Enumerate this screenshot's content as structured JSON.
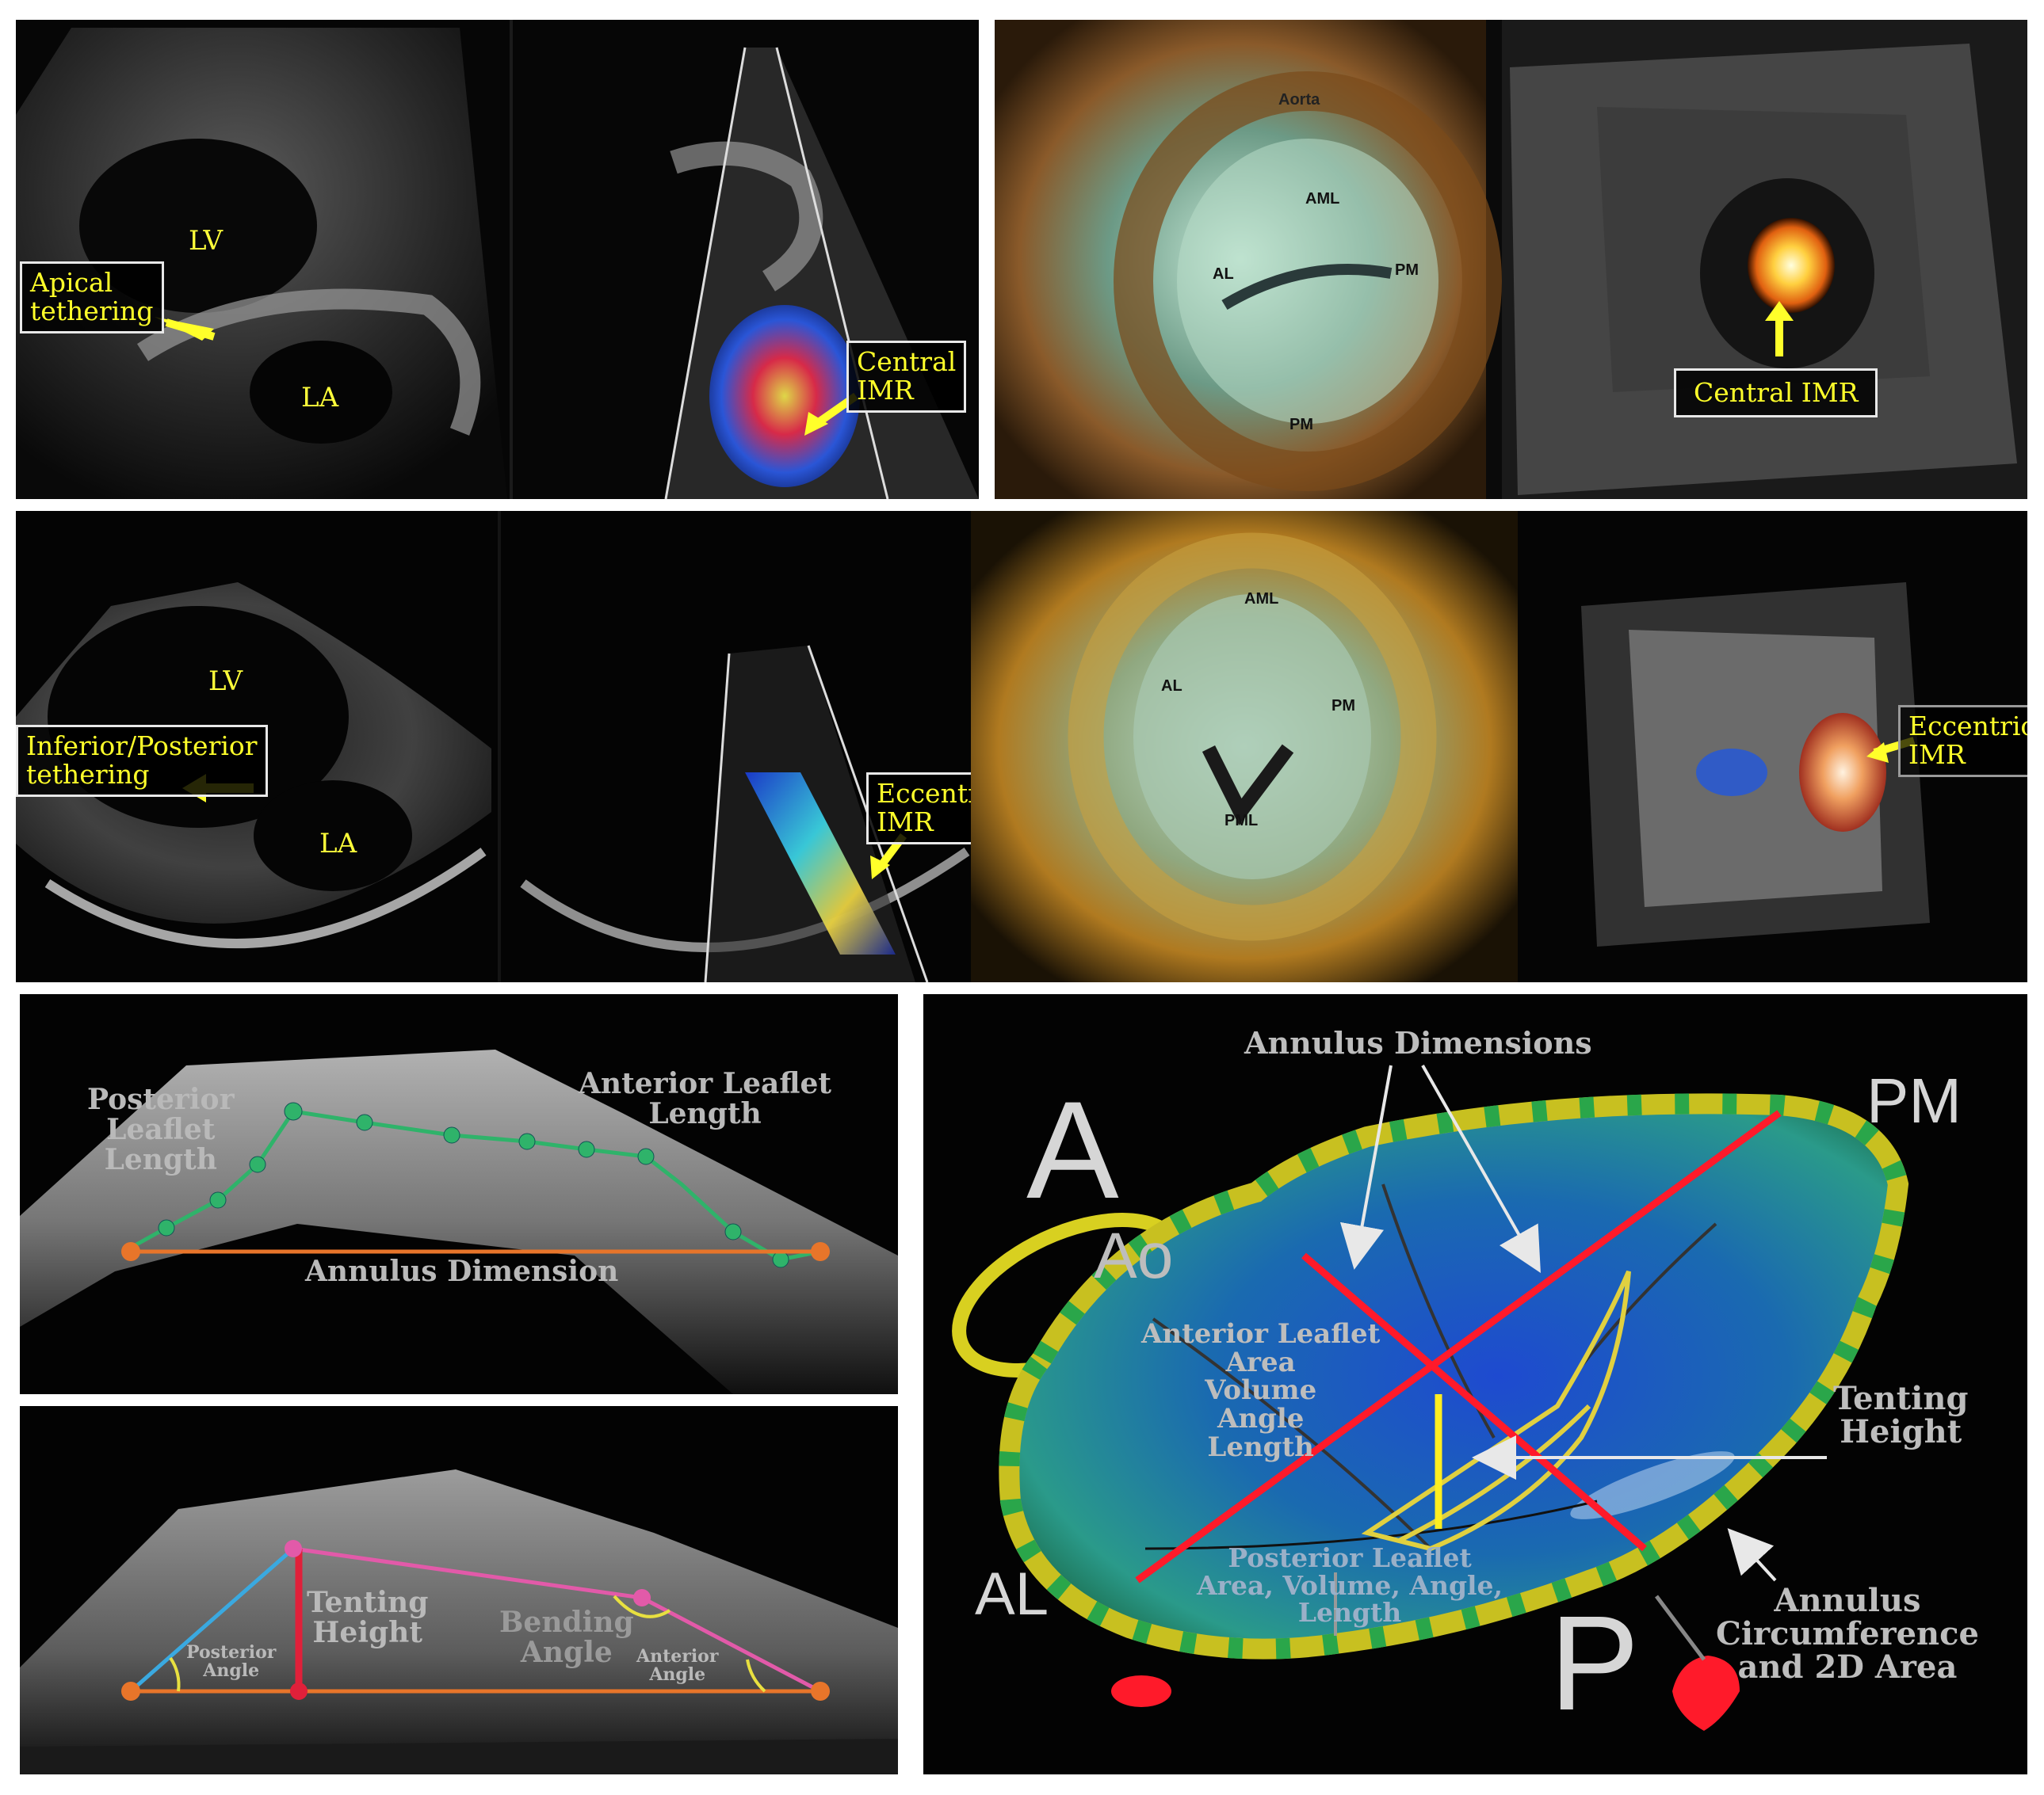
{
  "row1": {
    "lv": "LV",
    "la": "LA",
    "apical_line1": "Apical",
    "apical_line2": "tethering",
    "central_line1": "Central",
    "central_line2": "IMR",
    "aorta": "Aorta",
    "aml": "AML",
    "al": "AL",
    "pm_right": "PM",
    "pm_bottom": "PM",
    "central_imr": "Central IMR"
  },
  "row2": {
    "lv": "LV",
    "la": "LA",
    "inferior_line1": "Inferior/Posterior",
    "inferior_line2": "tethering",
    "eccentric_line1": "Eccentric",
    "eccentric_line2": "IMR",
    "aml": "AML",
    "al": "AL",
    "pm_right": "PM",
    "pml": "PML",
    "eccentric3d_line1": "Eccentric",
    "eccentric3d_line2": "IMR"
  },
  "geometry_top": {
    "posterior_leaflet": [
      "Posterior",
      "Leaflet",
      "Length"
    ],
    "anterior_leaflet": [
      "Anterior Leaflet",
      "Length"
    ],
    "annulus_dimension": "Annulus Dimension"
  },
  "geometry_bottom": {
    "tenting_height": [
      "Tenting",
      "Height"
    ],
    "bending_angle": [
      "Bending",
      "Angle"
    ],
    "posterior_angle": [
      "Posterior",
      "Angle"
    ],
    "anterior_angle": [
      "Anterior",
      "Angle"
    ]
  },
  "diagram": {
    "annulus_dimensions": "Annulus Dimensions",
    "a": "A",
    "ao": "Ao",
    "pm": "PM",
    "al": "AL",
    "p": "P",
    "anterior_leaflet": [
      "Anterior Leaflet",
      "Area",
      "Volume",
      "Angle",
      "Length"
    ],
    "tenting": [
      "Tenting",
      "Height"
    ],
    "posterior_leaflet": [
      "Posterior Leaflet",
      "Area, Volume, Angle,",
      "Length"
    ],
    "annulus_circ": [
      "Annulus",
      "Circumference",
      "and 2D Area"
    ]
  },
  "colors": {
    "annotation_yellow": "#ffff2a",
    "annulus_line": "#e8752a",
    "leaflet_green": "#2fb36a",
    "tenting_red": "#e0203a",
    "angle_pink": "#e25aa9",
    "angle_blue": "#3aa9e0",
    "diagram_red": "#ff1a2a",
    "ring_yellow": "#c8c020",
    "ring_green": "#2aa64a"
  },
  "icons": [
    "arrow-icon"
  ]
}
